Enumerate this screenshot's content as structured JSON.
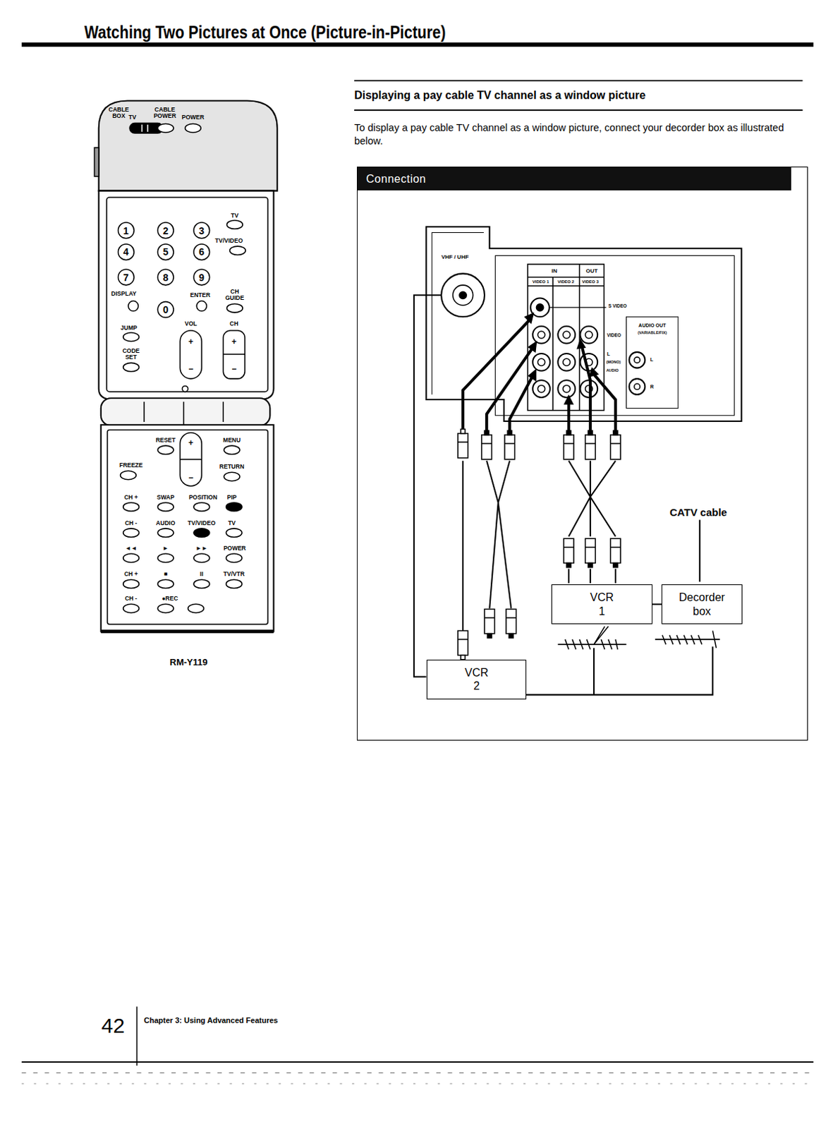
{
  "diagram": {
    "title": "Watching Two Pictures at Once (Picture-in-Picture)",
    "nodes": [
      {
        "text": [
          "Connection"
        ]
      },
      {
        "text": [
          "VCR 1"
        ],
        "in": 0
      },
      {
        "text": [
          "Decorder box"
        ],
        "in": 0
      },
      {
        "text": [
          "VCR 2"
        ],
        "in": 0
      }
    ],
    "edges": [
      {
        "from": 2,
        "to": 1,
        "arrow": "none"
      }
    ],
    "labels": [
      "CABLE BOX",
      "TV",
      "CABLE POWER",
      "POWER",
      "1",
      "2",
      "3",
      "4",
      "5",
      "6",
      "7",
      "8",
      "9",
      "TV",
      "TV/VIDEO",
      "DISPLAY",
      "0",
      "ENTER",
      "CH GUIDE",
      "VOL",
      "CH",
      "+",
      "−",
      "+",
      "−",
      "JUMP",
      "CODE SET",
      "RESET",
      "MENU",
      "+",
      "−",
      "FREEZE",
      "RETURN",
      "CH +",
      "SWAP",
      "POSITION",
      "PIP",
      "CH -",
      "AUDIO",
      "TV/VIDEO",
      "TV",
      "◄◄",
      "►",
      "►►",
      "POWER",
      "CH +",
      "■",
      "II",
      "TV/VTR",
      "CH -",
      "●REC",
      "RM-Y119",
      "VHF / UHF",
      "IN",
      "OUT",
      "VIDEO 1",
      "VIDEO 2",
      "VIDEO 3",
      "S VIDEO",
      "VIDEO",
      "L",
      "(MONO)",
      "AUDIO",
      "AUDIO OUT",
      "(VARIABLE/FIX)",
      "L",
      "R",
      "CATV cable",
      "42",
      "Chapter 3: Using Advanced Features",
      "Displaying a pay cable TV channel as a window picture",
      "To display a pay cable TV channel as a window picture, connect your decorder box as illustrated below."
    ]
  }
}
